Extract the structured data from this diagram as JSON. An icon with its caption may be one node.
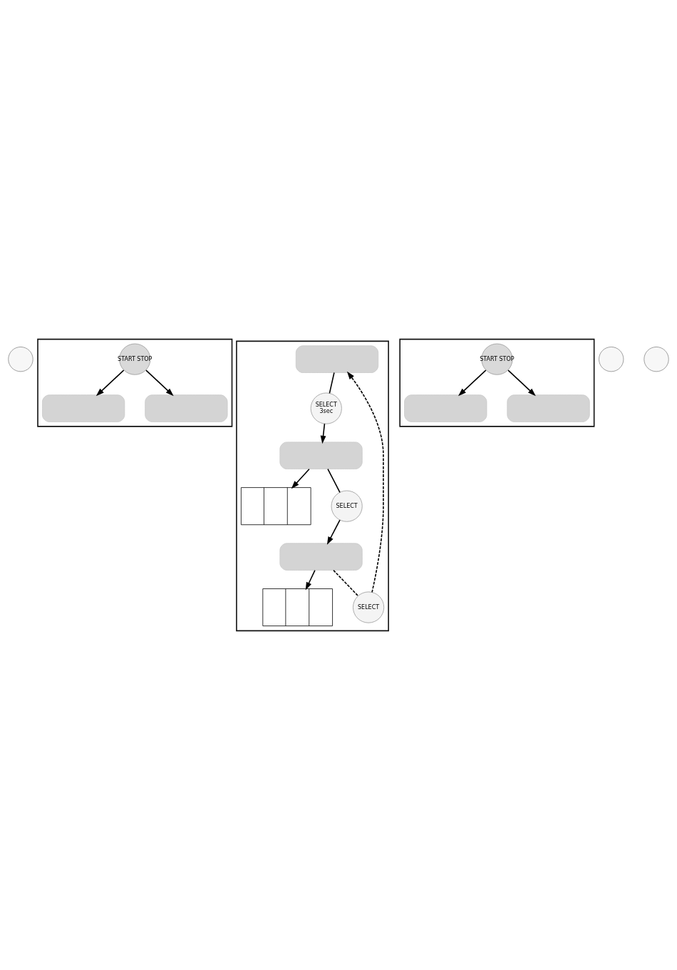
{
  "diagram": {
    "nodes": [
      {
        "text": [],
        "shape": "circle"
      },
      {
        "text": [],
        "shape": "box"
      },
      {
        "text": [],
        "shape": "box",
        "in": 1
      },
      {
        "text": [
          "START STOP"
        ],
        "in": 1
      },
      {
        "text": [],
        "shape": "box",
        "in": 1
      },
      {
        "text": [],
        "shape": "box"
      },
      {
        "text": [],
        "shape": "box",
        "in": 5
      },
      {
        "text": [
          "SELECT",
          "3sec"
        ],
        "in": 5
      },
      {
        "text": [],
        "shape": "box",
        "in": 5
      },
      {
        "text": [
          "SELECT"
        ],
        "in": 5
      },
      {
        "text": [],
        "shape": "box",
        "in": 5
      },
      {
        "text": [
          "SELECT"
        ],
        "in": 5
      },
      {
        "text": [],
        "shape": "box",
        "in": 5
      },
      {
        "text": [],
        "shape": "box",
        "in": 5
      },
      {
        "text": [],
        "shape": "box"
      },
      {
        "text": [],
        "shape": "box",
        "in": 14
      },
      {
        "text": [
          "START STOP"
        ],
        "in": 14
      },
      {
        "text": [],
        "shape": "box",
        "in": 14
      },
      {
        "text": [],
        "shape": "circle"
      },
      {
        "text": [],
        "shape": "circle"
      }
    ],
    "edges": [
      {
        "from": 3,
        "to": 2,
        "arrow": "to"
      },
      {
        "from": 3,
        "to": 4,
        "arrow": "to"
      },
      {
        "from": 6,
        "to": 7,
        "arrow": "none"
      },
      {
        "from": 7,
        "to": 8,
        "arrow": "to"
      },
      {
        "from": 8,
        "to": 9,
        "arrow": "none"
      },
      {
        "from": 9,
        "to": 10,
        "arrow": "to"
      },
      {
        "from": 8,
        "to": 12,
        "arrow": "to"
      },
      {
        "from": 10,
        "to": 13,
        "arrow": "to"
      },
      {
        "from": 10,
        "to": 11,
        "arrow": "none",
        "style": "dashed"
      },
      {
        "from": 11,
        "to": 6,
        "arrow": "to",
        "style": "dashed"
      },
      {
        "from": 16,
        "to": 15,
        "arrow": "to"
      },
      {
        "from": 16,
        "to": 17,
        "arrow": "to"
      }
    ]
  }
}
